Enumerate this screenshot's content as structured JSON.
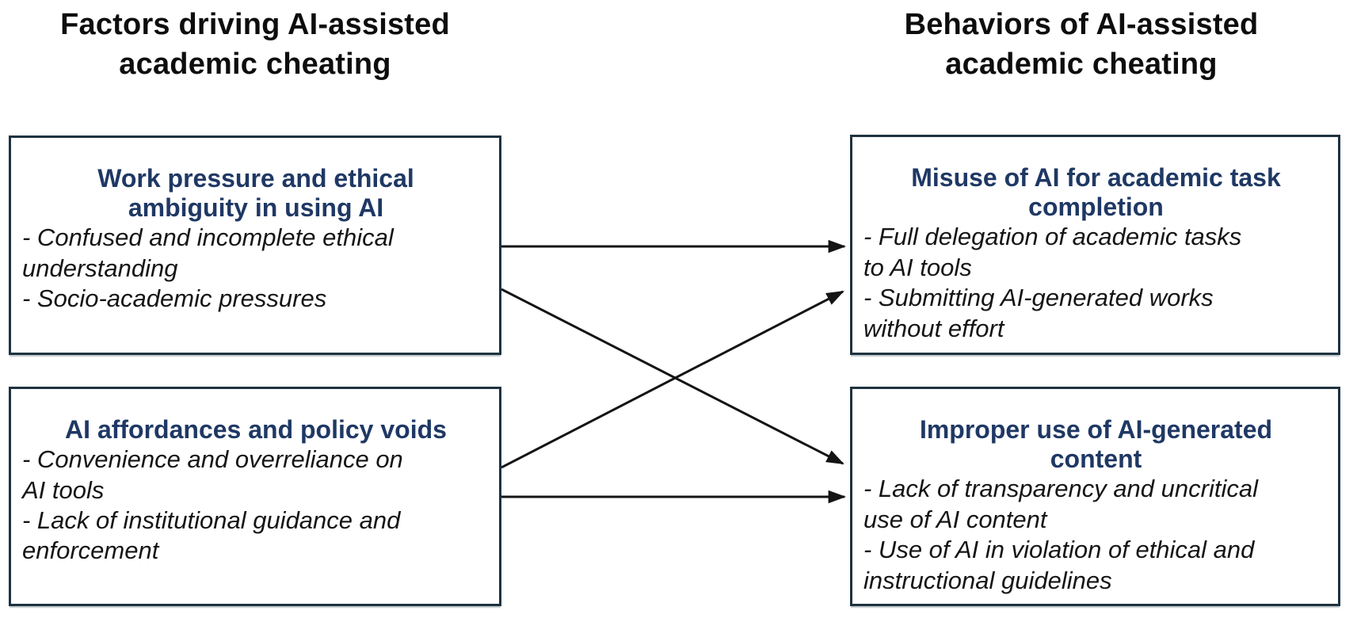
{
  "figure": {
    "left_column_header": "Factors driving AI-assisted\nacademic cheating",
    "right_column_header": "Behaviors of AI-assisted\nacademic cheating"
  },
  "boxes": {
    "work_pressure": {
      "title": "Work pressure and ethical\nambiguity in using AI",
      "bullets": [
        "- Confused and incomplete ethical\nunderstanding",
        "- Socio-academic pressures"
      ]
    },
    "ai_affordances": {
      "title": "AI affordances and policy voids",
      "bullets": [
        "- Convenience and overreliance on\nAI tools",
        "- Lack of institutional guidance and\nenforcement"
      ]
    },
    "misuse": {
      "title": "Misuse of AI for academic task\ncompletion",
      "bullets": [
        "- Full delegation of academic tasks\nto AI tools",
        "- Submitting AI-generated works\nwithout effort"
      ]
    },
    "improper": {
      "title": "Improper use of AI-generated\ncontent",
      "bullets": [
        "- Lack of transparency and uncritical\nuse of AI content",
        "- Use of AI in violation of ethical and\ninstructional guidelines"
      ]
    }
  },
  "edges": [
    {
      "from": "work_pressure",
      "to": "misuse"
    },
    {
      "from": "work_pressure",
      "to": "improper"
    },
    {
      "from": "ai_affordances",
      "to": "misuse"
    },
    {
      "from": "ai_affordances",
      "to": "improper"
    }
  ],
  "colors": {
    "title_navy": "#1f3864",
    "box_border": "#1e3240",
    "arrow": "#141414",
    "text": "#151515",
    "header_text": "#0d0d0d"
  }
}
